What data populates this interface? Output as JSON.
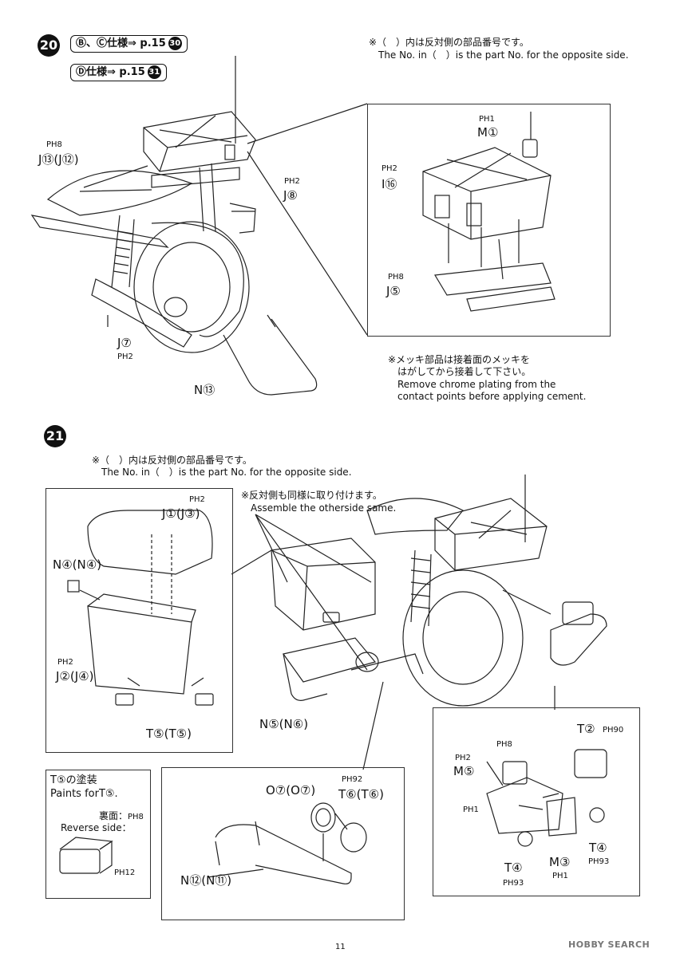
{
  "step20": {
    "number": "20",
    "ref1": {
      "text": "Ⓑ、Ⓒ仕様⇒ p.15",
      "badge": "30"
    },
    "ref2": {
      "text": "Ⓓ仕様⇒ p.15",
      "badge": "31"
    },
    "note_jp": "※（　）内は反対側の部品番号です。",
    "note_en": "The No. in（　）is the part No. for the opposite side.",
    "chrome_jp1": "※メッキ部品は接着面のメッキを",
    "chrome_jp2": "はがしてから接着して下さい。",
    "chrome_en1": "Remove chrome plating from the",
    "chrome_en2": "contact points before applying cement.",
    "labels": {
      "ph8_left": "PH8",
      "j13": "J⑬(J⑫)",
      "ph2_right": "PH2",
      "j8": "J⑧",
      "j7": "J⑦",
      "ph2_bottom": "PH2",
      "n13": "N⑬",
      "ph1_inset": "PH1",
      "m1": "M①",
      "ph2_inset": "PH2",
      "i16": "I⑯",
      "ph8_inset": "PH8",
      "j5": "J⑤"
    }
  },
  "step21": {
    "number": "21",
    "note_jp": "※（　）内は反対側の部品番号です。",
    "note_en": "The No. in（　）is the part No. for the opposite side.",
    "assemble_jp": "※反対側も同様に取り付けます。",
    "assemble_en": "Assemble the otherside same.",
    "labels": {
      "ph2_a": "PH2",
      "j1": "J①(J③)",
      "n4": "N④(N④)",
      "ph2_b": "PH2",
      "j2": "J②(J④)",
      "t5": "T⑤(T⑤)",
      "n5": "N⑤(N⑥)",
      "t5_paint": "T⑤の塗装",
      "paints_for": "Paints forT⑤.",
      "reverse_jp": "裏面：",
      "reverse_en": "Reverse side：",
      "ph8_rev": "PH8",
      "ph12": "PH12",
      "o7": "O⑦(O⑦)",
      "ph92": "PH92",
      "t6": "T⑥(T⑥)",
      "n12": "N⑫(N⑪)",
      "t2": "T②",
      "ph90": "PH90",
      "ph8_m5": "PH8",
      "ph2_m5": "PH2",
      "m5": "M⑤",
      "ph1_a": "PH1",
      "t4_right": "T④",
      "ph93_right": "PH93",
      "t4_left": "T④",
      "ph93_left": "PH93",
      "m3": "M③",
      "ph1_b": "PH1"
    }
  },
  "footer": {
    "page_number": "11",
    "watermark": "HOBBY SEARCH"
  }
}
